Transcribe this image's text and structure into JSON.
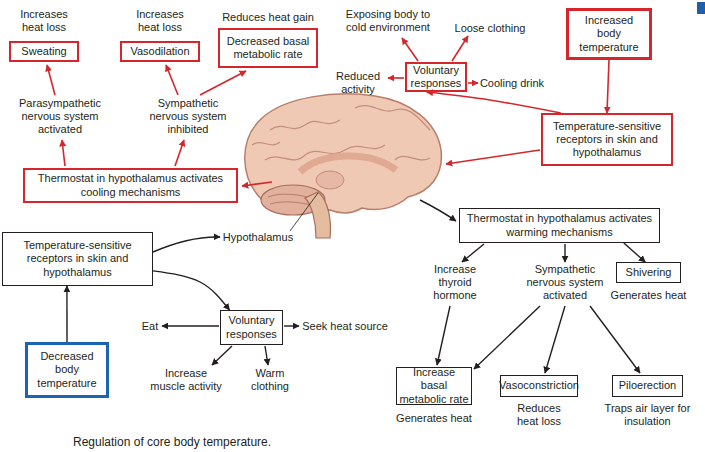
{
  "diagram": {
    "caption": "Regulation of core body temperature.",
    "nodes": [
      {
        "text": [
          "Increases heat loss",
          "Sweating"
        ]
      },
      {
        "text": [
          "Increases heat loss",
          "Vasodilation"
        ]
      },
      {
        "text": [
          "Reduces heat gain",
          "Decreased basal metabolic rate"
        ]
      },
      {
        "text": [
          "Increased body temperature"
        ]
      },
      {
        "text": [
          "Voluntary responses"
        ]
      },
      {
        "text": [
          "Temperature-sensitive receptors in skin and hypothalamus"
        ]
      },
      {
        "text": [
          "Thermostat in hypothalamus activates cooling mechanisms"
        ]
      },
      {
        "text": [
          "Thermostat in hypothalamus activates warming mechanisms"
        ]
      },
      {
        "text": [
          "Temperature-sensitive receptors in skin and hypothalamus"
        ]
      },
      {
        "text": [
          "Shivering",
          "Generates heat"
        ]
      },
      {
        "text": [
          "Voluntary responses"
        ]
      },
      {
        "text": [
          "Decreased body temperature"
        ]
      },
      {
        "text": [
          "Increase basal metabolic rate",
          "Generates heat"
        ]
      },
      {
        "text": [
          "Vasoconstriction",
          "Reduces heat loss"
        ]
      },
      {
        "text": [
          "Piloerection",
          "Traps air layer for insulation"
        ]
      }
    ],
    "edges": [
      {
        "from": 3,
        "to": 5,
        "arrow": "to"
      },
      {
        "from": 5,
        "to": 4,
        "arrow": "to"
      },
      {
        "from": 11,
        "to": 8,
        "arrow": "to"
      },
      {
        "from": 8,
        "to": 10,
        "arrow": "to"
      },
      {
        "from": 7,
        "to": 9,
        "arrow": "to"
      }
    ],
    "labels": [
      "Parasympathetic nervous system activated",
      "Sympathetic nervous system inhibited",
      "Exposing body to cold environment",
      "Loose clothing",
      "Reduced activity",
      "Cooling drink",
      "Hypothalamus",
      "Eat",
      "Seek heat source",
      "Increase muscle activity",
      "Warm clothing",
      "Increase thyroid hormone",
      "Sympathetic nervous system activated"
    ]
  }
}
